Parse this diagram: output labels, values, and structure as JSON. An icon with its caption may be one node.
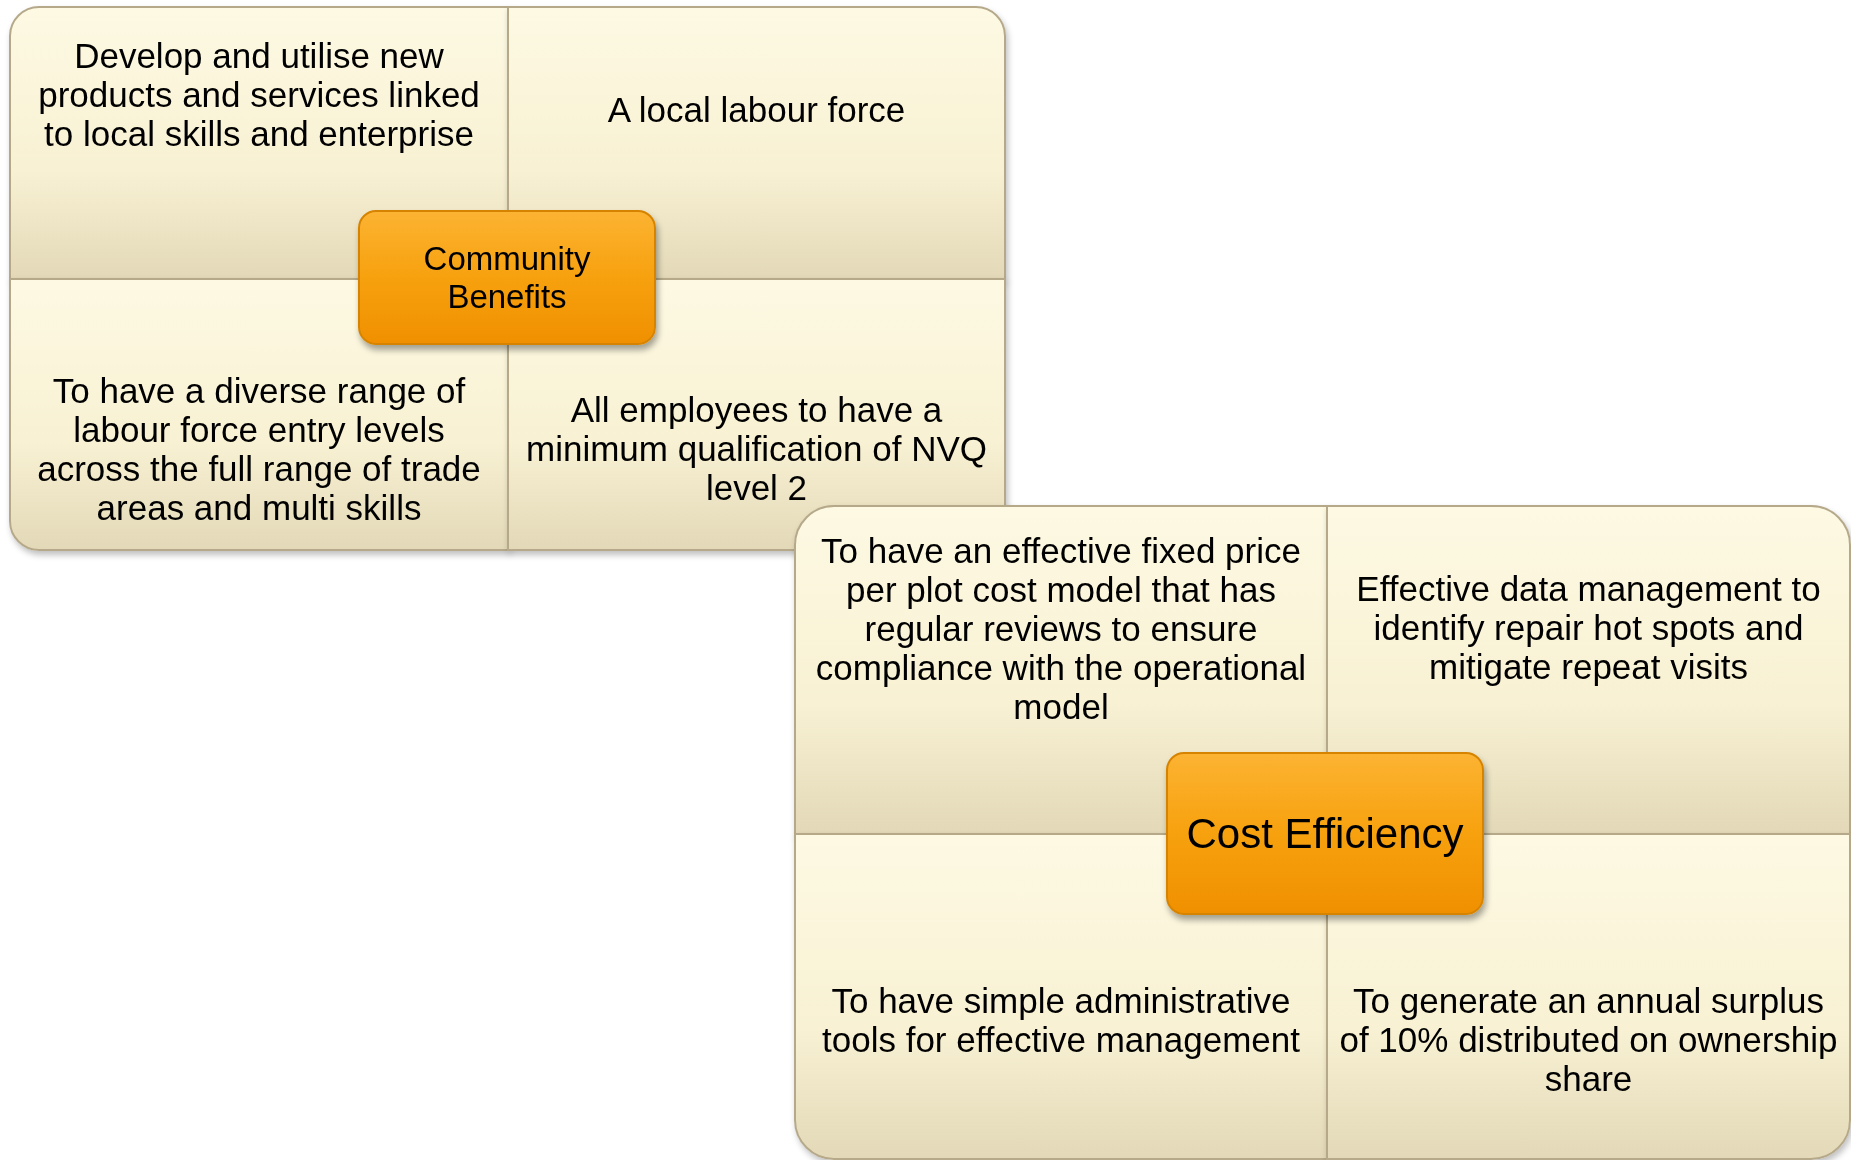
{
  "diagram": {
    "nodes": [
      {
        "text": [
          "Develop and utilise new products and services linked to local skills and enterprise"
        ]
      },
      {
        "text": [
          "A local labour force"
        ]
      },
      {
        "text": [
          "Community Benefits"
        ]
      },
      {
        "text": [
          "To have a diverse range of labour force entry levels across the full range of trade areas and multi skills"
        ]
      },
      {
        "text": [
          "All employees to have a minimum qualification of NVQ level 2"
        ]
      },
      {
        "text": [
          "To have an effective fixed price per plot cost model that has regular reviews to ensure compliance with the operational model"
        ]
      },
      {
        "text": [
          "Effective data management to identify repair hot spots and mitigate repeat visits"
        ]
      },
      {
        "text": [
          "Cost Efficiency"
        ]
      },
      {
        "text": [
          "To have simple administrative tools for effective management"
        ]
      },
      {
        "text": [
          "To generate an annual surplus of 10% distributed on ownership share"
        ]
      }
    ]
  }
}
